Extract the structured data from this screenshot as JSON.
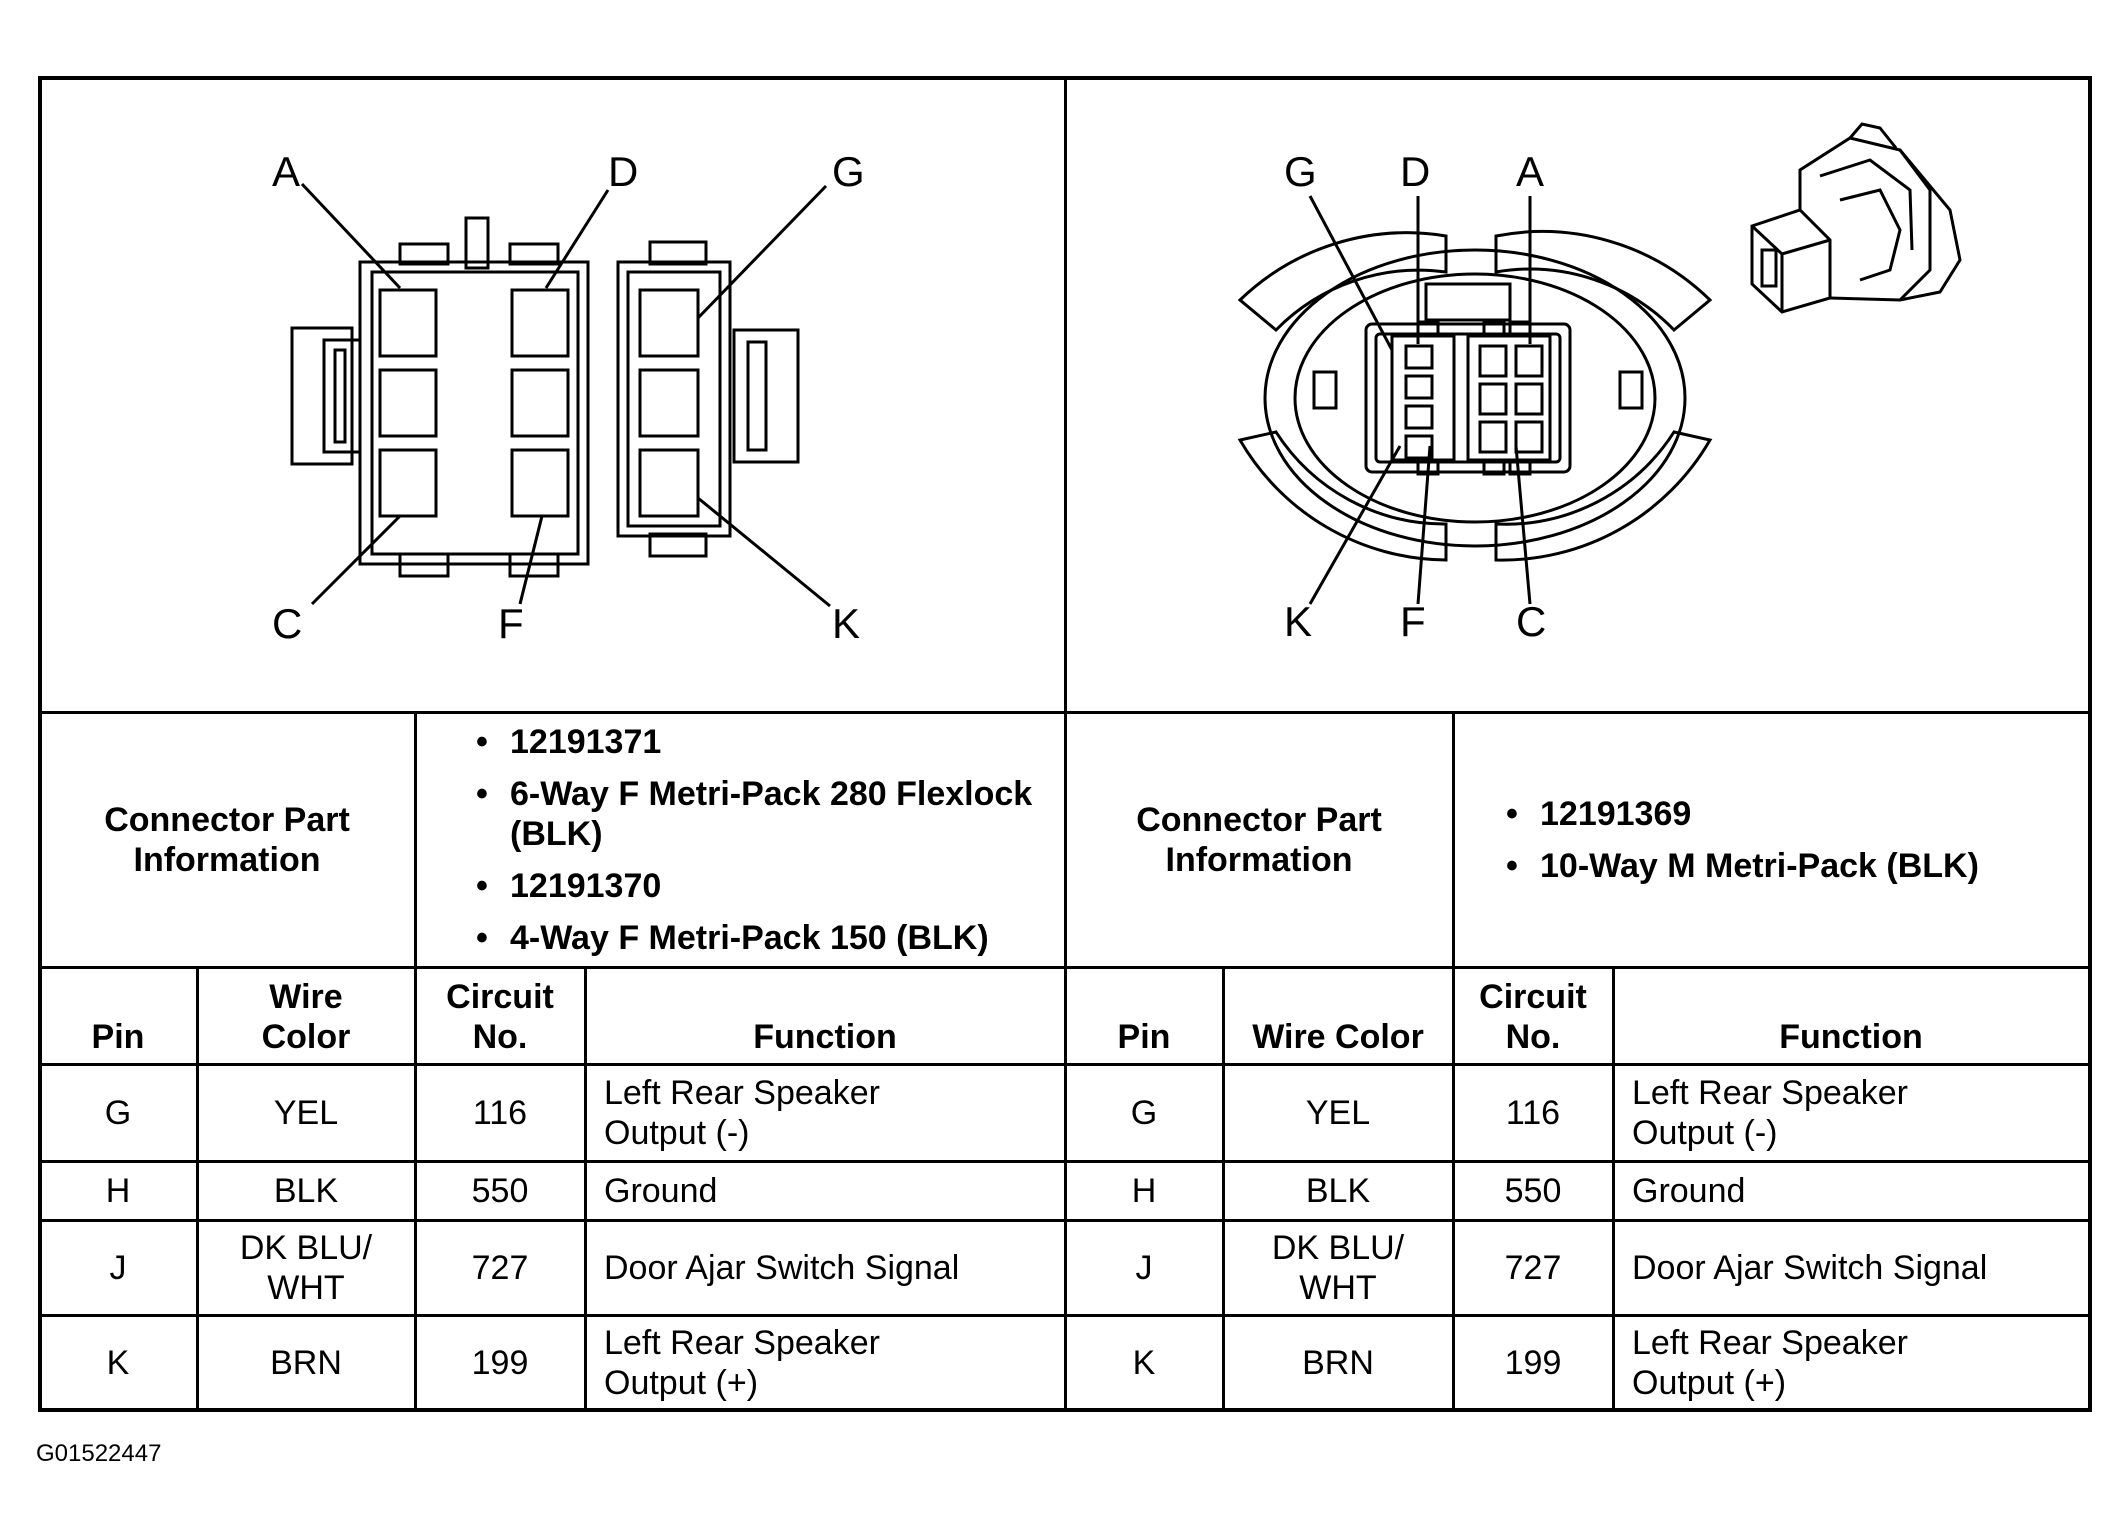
{
  "left_connector": {
    "pin_labels": {
      "a": "A",
      "d": "D",
      "g": "G",
      "c": "C",
      "f": "F",
      "k": "K"
    },
    "info_title": "Connector Part Information",
    "parts": [
      "12191371",
      "6-Way F Metri-Pack 280 Flexlock (BLK)",
      "12191370",
      "4-Way F Metri-Pack 150 (BLK)"
    ],
    "headers": {
      "pin": "Pin",
      "wire_color": "Wire Color",
      "circuit": "Circuit No.",
      "function": "Function"
    },
    "rows": [
      {
        "pin": "G",
        "wire": "YEL",
        "circuit": "116",
        "function": "Left Rear Speaker Output (-)"
      },
      {
        "pin": "H",
        "wire": "BLK",
        "circuit": "550",
        "function": "Ground"
      },
      {
        "pin": "J",
        "wire": "DK BLU/ WHT",
        "circuit": "727",
        "function": "Door Ajar Switch Signal"
      },
      {
        "pin": "K",
        "wire": "BRN",
        "circuit": "199",
        "function": "Left Rear Speaker Output (+)"
      }
    ]
  },
  "right_connector": {
    "pin_labels": {
      "g": "G",
      "d": "D",
      "a": "A",
      "k": "K",
      "f": "F",
      "c": "C"
    },
    "info_title": "Connector Part Information",
    "parts": [
      "12191369",
      "10-Way M Metri-Pack (BLK)"
    ],
    "headers": {
      "pin": "Pin",
      "wire_color": "Wire Color",
      "circuit": "Circuit No.",
      "function": "Function"
    },
    "rows": [
      {
        "pin": "G",
        "wire": "YEL",
        "circuit": "116",
        "function": "Left Rear Speaker Output (-)"
      },
      {
        "pin": "H",
        "wire": "BLK",
        "circuit": "550",
        "function": "Ground"
      },
      {
        "pin": "J",
        "wire": "DK BLU/ WHT",
        "circuit": "727",
        "function": "Door Ajar Switch Signal"
      },
      {
        "pin": "K",
        "wire": "BRN",
        "circuit": "199",
        "function": "Left Rear Speaker Output (+)"
      }
    ]
  },
  "figure_id": "G01522447"
}
